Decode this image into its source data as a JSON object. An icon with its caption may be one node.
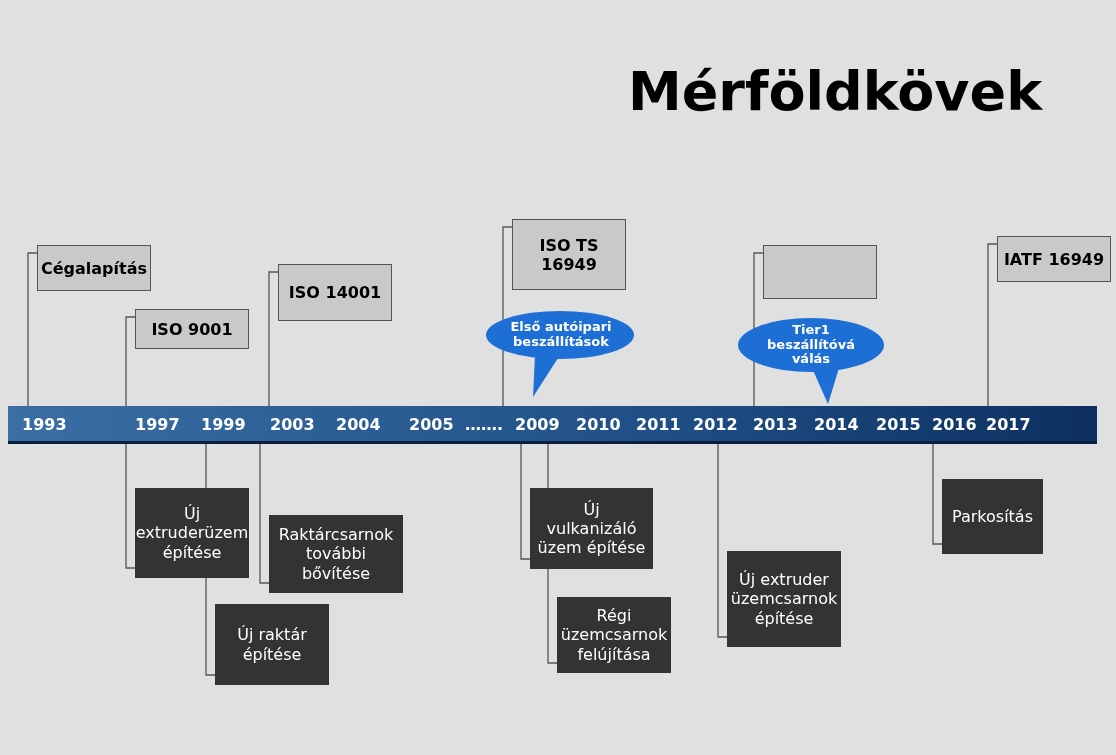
{
  "diagram": {
    "title": "Mérföldkövek",
    "nodes": [
      {
        "text": [],
        "shape": "bar"
      },
      {
        "text": [
          "Cégalapítás"
        ]
      },
      {
        "text": [
          "ISO 9001"
        ]
      },
      {
        "text": [
          "ISO 14001"
        ]
      },
      {
        "text": [
          "ISO TS 16949"
        ]
      },
      {
        "text": [
          "Első autóipari beszállítások"
        ]
      },
      {
        "text": [],
        "shape": "box"
      },
      {
        "text": [
          "Tier1 beszállítóvá válás"
        ]
      },
      {
        "text": [
          "IATF 16949"
        ]
      },
      {
        "text": [
          "Új extruderüzem építése"
        ]
      },
      {
        "text": [
          "Új raktár építése"
        ]
      },
      {
        "text": [
          "Raktárcsarnok további bővítése"
        ]
      },
      {
        "text": [
          "Új vulkanizáló üzem építése"
        ]
      },
      {
        "text": [
          "Régi üzemcsarnok felújítása"
        ]
      },
      {
        "text": [
          "Új extruder üzemcsarnok építése"
        ]
      },
      {
        "text": [
          "Parkosítás"
        ]
      }
    ],
    "edges": [
      {
        "from": 1,
        "to": 0,
        "arrow": "none"
      },
      {
        "from": 2,
        "to": 0,
        "arrow": "none"
      },
      {
        "from": 3,
        "to": 0,
        "arrow": "none"
      },
      {
        "from": 4,
        "to": 0,
        "arrow": "none"
      },
      {
        "from": 6,
        "to": 0,
        "arrow": "none"
      },
      {
        "from": 8,
        "to": 0,
        "arrow": "none"
      },
      {
        "from": 9,
        "to": 0,
        "arrow": "none"
      },
      {
        "from": 10,
        "to": 0,
        "arrow": "none"
      },
      {
        "from": 11,
        "to": 0,
        "arrow": "none"
      },
      {
        "from": 12,
        "to": 0,
        "arrow": "none"
      },
      {
        "from": 13,
        "to": 0,
        "arrow": "none"
      },
      {
        "from": 14,
        "to": 0,
        "arrow": "none"
      },
      {
        "from": 15,
        "to": 0,
        "arrow": "none"
      }
    ],
    "labels": [
      "1993",
      "1997",
      "1999",
      "2003",
      "2004",
      "2005",
      "…….",
      "2009",
      "2010",
      "2011",
      "2012",
      "2013",
      "2014",
      "2015",
      "2016",
      "2017"
    ]
  }
}
